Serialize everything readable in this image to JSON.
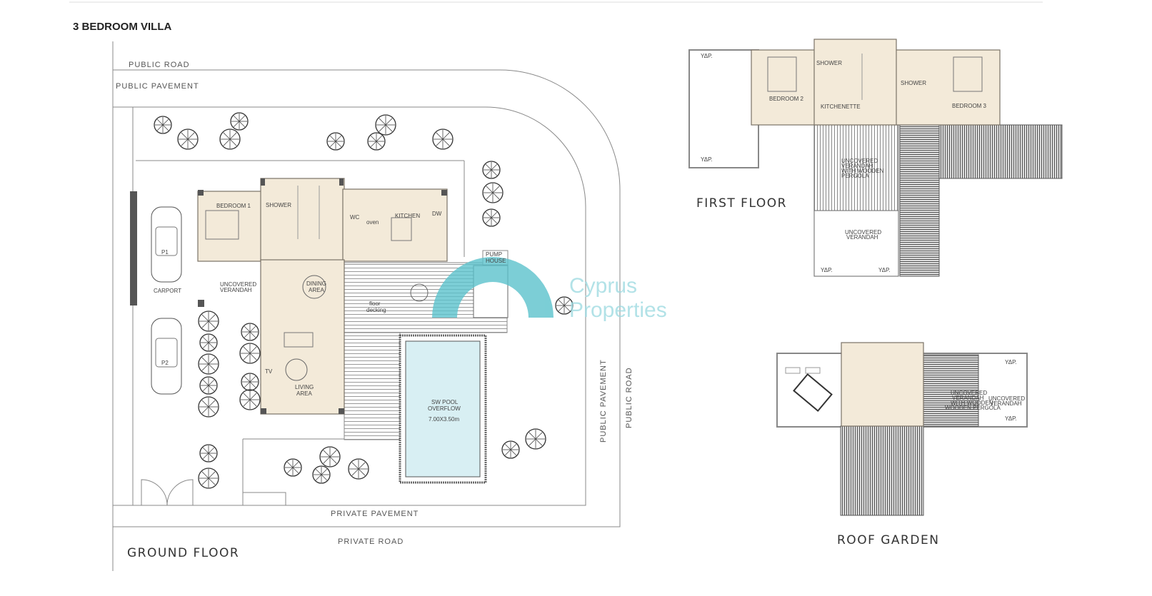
{
  "title": "3 BEDROOM VILLA",
  "ground_floor": {
    "heading": "GROUND FLOOR",
    "roads": {
      "public_road_top": "PUBLIC ROAD",
      "public_pavement_top": "PUBLIC PAVEMENT",
      "public_pavement_side": "PUBLIC PAVEMENT",
      "public_road_side": "PUBLIC ROAD",
      "private_pavement": "PRIVATE PAVEMENT",
      "private_road": "PRIVATE ROAD"
    },
    "rooms": {
      "bedroom1": "BEDROOM 1",
      "shower": "SHOWER",
      "wc": "WC",
      "oven": "oven",
      "kitchen": "KITCHEN",
      "dw": "DW",
      "pump_house_1": "PUMP",
      "pump_house_2": "HOUSE",
      "veranda_1": "UNCOVERED",
      "veranda_2": "VERANDAH",
      "dining_1": "DINING",
      "dining_2": "AREA",
      "decking_1": "floor",
      "decking_2": "decking",
      "tv": "TV",
      "living_1": "LIVING",
      "living_2": "AREA",
      "pool_1": "SW POOL",
      "pool_2": "OVERFLOW",
      "pool_size": "7.00X3.50m",
      "p1": "P1",
      "p2": "P2",
      "carport": "CARPORT"
    }
  },
  "first_floor": {
    "heading": "FIRST FLOOR",
    "rooms": {
      "bedroom2": "BEDROOM 2",
      "bedroom3": "BEDROOM 3",
      "shower_a": "SHOWER",
      "shower_b": "SHOWER",
      "kitchenette": "KITCHENETTE",
      "pergola_1": "UNCOVERED",
      "pergola_2": "VERANDAH",
      "pergola_3": "WITH WOODEN",
      "pergola_4": "PERGOLA",
      "uncovered_1": "UNCOVERED",
      "uncovered_2": "VERANDAH",
      "ydr": "ΥΔΡ."
    }
  },
  "roof_garden": {
    "heading": "ROOF GARDEN",
    "rooms": {
      "pergola_1": "UNCOVERED",
      "pergola_2": "VERANDAH",
      "pergola_3": "WITH WOODEN",
      "pergola_4": "WOODEN PERGOLA",
      "uncovered_1": "UNCOVERED",
      "uncovered_2": "VERANDAH",
      "ydr": "ΥΔΡ."
    }
  },
  "watermark": {
    "line1": "Cyprus",
    "line2": "Properties",
    "color": "#5bc2cc"
  },
  "colors": {
    "floor": "#f3ead9",
    "pool": "#d8eff3"
  }
}
